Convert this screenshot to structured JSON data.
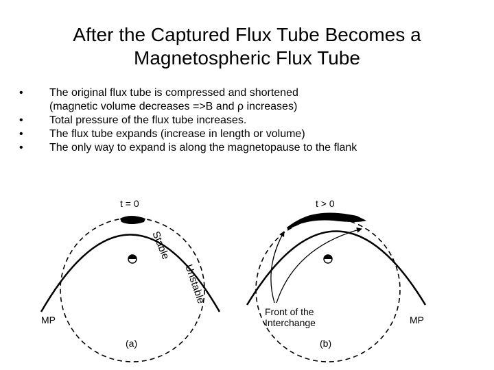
{
  "slide": {
    "title_line1": "After the Captured Flux Tube Becomes a",
    "title_line2": "Magnetospheric Flux Tube",
    "bullets": [
      {
        "line1": "The original flux tube is compressed and shortened",
        "line2": "(magnetic volume decreases =>B and ρ increases)"
      },
      {
        "line1": "Total pressure of the flux tube increases."
      },
      {
        "line1": "The flux tube expands (increase in length or volume)"
      },
      {
        "line1": "The only way to expand is along the magnetopause to the flank"
      }
    ],
    "bullet_symbol": "•"
  },
  "figure": {
    "panel_a": {
      "time_label": "t = 0",
      "stable_label": "Stable",
      "unstable_label": "Unstable",
      "mp_label": "MP",
      "panel_label": "(a)"
    },
    "panel_b": {
      "time_label": "t > 0",
      "front_label_line1": "Front of the",
      "front_label_line2": "Interchange",
      "mp_label": "MP",
      "panel_label": "(b)"
    }
  }
}
